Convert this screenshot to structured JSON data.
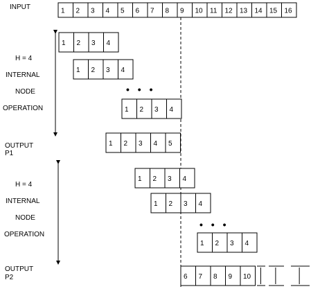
{
  "labels": {
    "input": "INPUT",
    "h1": "H = 4",
    "internal1": "INTERNAL",
    "node1": "NODE",
    "operation1": "OPERATION",
    "output1_line1": "OUTPUT",
    "output1_line2": "P1",
    "h2": "H = 4",
    "internal2": "INTERNAL",
    "node2": "NODE",
    "operation2": "OPERATION",
    "output2_line1": "OUTPUT",
    "output2_line2": "P2",
    "ellipsis1": "• • •",
    "ellipsis2": "• • •"
  },
  "input_row": [
    "1",
    "2",
    "3",
    "4",
    "5",
    "6",
    "7",
    "8",
    "9",
    "10",
    "11",
    "12",
    "13",
    "14",
    "15",
    "16"
  ],
  "block_values": {
    "window_a": [
      "1",
      "2",
      "3",
      "4"
    ],
    "window_b": [
      "1",
      "2",
      "3",
      "4"
    ],
    "window_c": [
      "1",
      "2",
      "3",
      "4"
    ],
    "output_p1": [
      "1",
      "2",
      "3",
      "4",
      "5"
    ],
    "window_d": [
      "1",
      "2",
      "3",
      "4"
    ],
    "window_e": [
      "1",
      "2",
      "3",
      "4"
    ],
    "window_f": [
      "1",
      "2",
      "3",
      "4"
    ],
    "output_p2": [
      "6",
      "7",
      "8",
      "9",
      "10"
    ]
  }
}
